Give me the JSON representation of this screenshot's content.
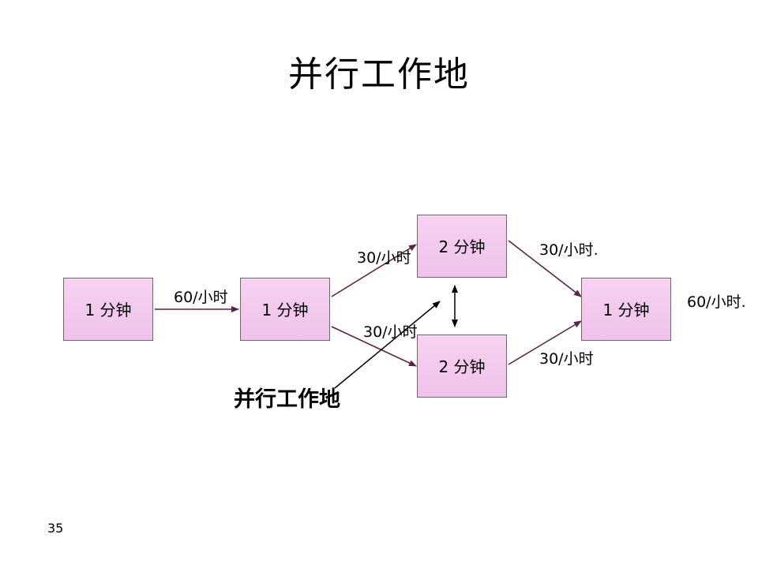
{
  "title": "并行工作地",
  "stations": [
    {
      "id": "s1",
      "label": "1 分钟"
    },
    {
      "id": "s2",
      "label": "1 分钟"
    },
    {
      "id": "s3",
      "label": "2 分钟"
    },
    {
      "id": "s4",
      "label": "2 分钟"
    },
    {
      "id": "s5",
      "label": "1 分钟"
    }
  ],
  "flows": {
    "input": "60/小时",
    "to_upper": "30/小时",
    "to_lower": "30/小时",
    "upper_out": "30/小时.",
    "lower_out": "30/小时",
    "output": "60/小时."
  },
  "callout": "并行工作地",
  "page_number": "35",
  "colors": {
    "box_fill": "#f2c8ec",
    "arrow": "#5a2346"
  }
}
